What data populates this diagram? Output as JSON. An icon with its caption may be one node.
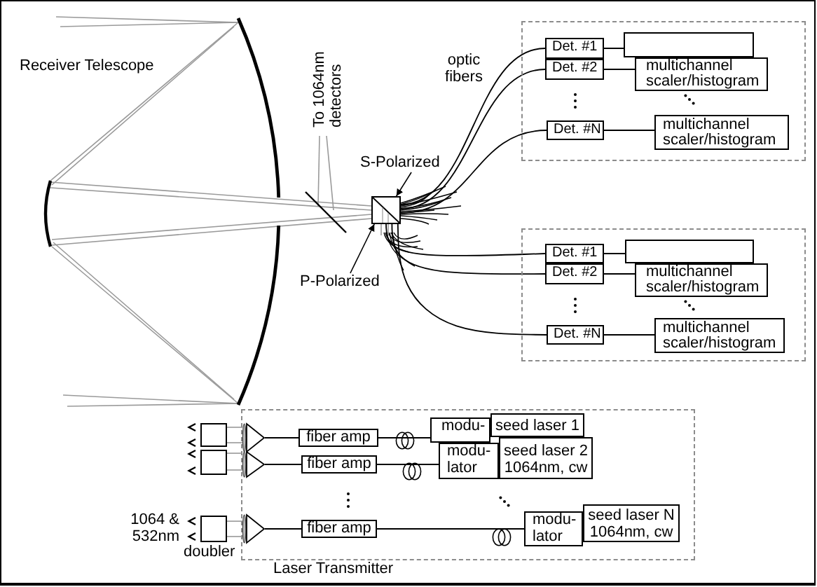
{
  "diagram": {
    "nodes": [
      {
        "text": [],
        "shape": "box"
      },
      {
        "text": [
          "Det. #1"
        ],
        "in": 0
      },
      {
        "text": [],
        "shape": "box",
        "in": 0
      },
      {
        "text": [
          "Det. #2"
        ],
        "in": 0
      },
      {
        "text": [
          "multichannel scaler/histogram"
        ],
        "in": 0
      },
      {
        "text": [
          "Det. #N"
        ],
        "in": 0
      },
      {
        "text": [
          "multichannel scaler/histogram"
        ],
        "in": 0
      },
      {
        "text": [
          "S-Polarized"
        ]
      },
      {
        "text": [],
        "shape": "box"
      },
      {
        "text": [
          "P-Polarized"
        ]
      },
      {
        "text": [],
        "shape": "box"
      },
      {
        "text": [
          "Det. #1"
        ],
        "in": 10
      },
      {
        "text": [],
        "shape": "box",
        "in": 10
      },
      {
        "text": [
          "Det. #2"
        ],
        "in": 10
      },
      {
        "text": [
          "multichannel scaler/histogram"
        ],
        "in": 10
      },
      {
        "text": [
          "Det. #N"
        ],
        "in": 10
      },
      {
        "text": [
          "multichannel scaler/histogram"
        ],
        "in": 10
      },
      {
        "text": [
          "Laser Transmitter"
        ]
      },
      {
        "text": [],
        "shape": "box"
      },
      {
        "text": [],
        "shape": "triangle",
        "in": 17
      },
      {
        "text": [
          "fiber amp"
        ],
        "in": 17
      },
      {
        "text": [
          "modu-"
        ],
        "in": 17
      },
      {
        "text": [
          "seed laser 1"
        ],
        "in": 17
      },
      {
        "text": [],
        "shape": "box"
      },
      {
        "text": [],
        "shape": "triangle",
        "in": 17
      },
      {
        "text": [
          "fiber amp"
        ],
        "in": 17
      },
      {
        "text": [
          "modu- lator"
        ],
        "in": 17
      },
      {
        "text": [
          "seed laser 2 1064nm, cw"
        ],
        "in": 17
      },
      {
        "text": [],
        "shape": "box",
        "beside": [
          "doubler"
        ]
      },
      {
        "text": [],
        "shape": "triangle",
        "in": 17
      },
      {
        "text": [
          "fiber amp"
        ],
        "in": 17
      },
      {
        "text": [
          "modu- lator"
        ],
        "in": 17
      },
      {
        "text": [
          "seed laser N 1064nm, cw"
        ],
        "in": 17
      }
    ],
    "edges": [
      {
        "from": 8,
        "to": 1,
        "arrow": "none"
      },
      {
        "from": 8,
        "to": 3,
        "arrow": "none"
      },
      {
        "from": 8,
        "to": 5,
        "arrow": "none"
      },
      {
        "from": 1,
        "to": 2,
        "arrow": "none"
      },
      {
        "from": 3,
        "to": 4,
        "arrow": "none"
      },
      {
        "from": 5,
        "to": 6,
        "arrow": "none"
      },
      {
        "from": 7,
        "to": 8,
        "arrow": "to"
      },
      {
        "from": 9,
        "to": 8,
        "arrow": "to"
      },
      {
        "from": 8,
        "to": 11,
        "arrow": "none"
      },
      {
        "from": 8,
        "to": 13,
        "arrow": "none"
      },
      {
        "from": 8,
        "to": 15,
        "arrow": "none"
      },
      {
        "from": 11,
        "to": 12,
        "arrow": "none"
      },
      {
        "from": 13,
        "to": 14,
        "arrow": "none"
      },
      {
        "from": 15,
        "to": 16,
        "arrow": "none"
      },
      {
        "from": 19,
        "to": 18,
        "arrow": "none",
        "color": "#999999"
      },
      {
        "from": 19,
        "to": 18,
        "arrow": "none",
        "color": "#999999"
      },
      {
        "from": 19,
        "to": 20,
        "arrow": "none"
      },
      {
        "from": 20,
        "to": 21,
        "arrow": "none"
      },
      {
        "from": 24,
        "to": 23,
        "arrow": "none",
        "color": "#999999"
      },
      {
        "from": 24,
        "to": 23,
        "arrow": "none",
        "color": "#999999"
      },
      {
        "from": 24,
        "to": 25,
        "arrow": "none"
      },
      {
        "from": 25,
        "to": 26,
        "arrow": "none"
      },
      {
        "from": 29,
        "to": 28,
        "arrow": "none",
        "color": "#999999"
      },
      {
        "from": 29,
        "to": 28,
        "arrow": "none",
        "color": "#999999"
      },
      {
        "from": 29,
        "to": 30,
        "arrow": "none"
      },
      {
        "from": 30,
        "to": 31,
        "arrow": "none"
      }
    ],
    "labels": [
      "Receiver Telescope",
      "To 1064nm detectors",
      "optic fibers",
      "1064 & 532nm"
    ]
  }
}
